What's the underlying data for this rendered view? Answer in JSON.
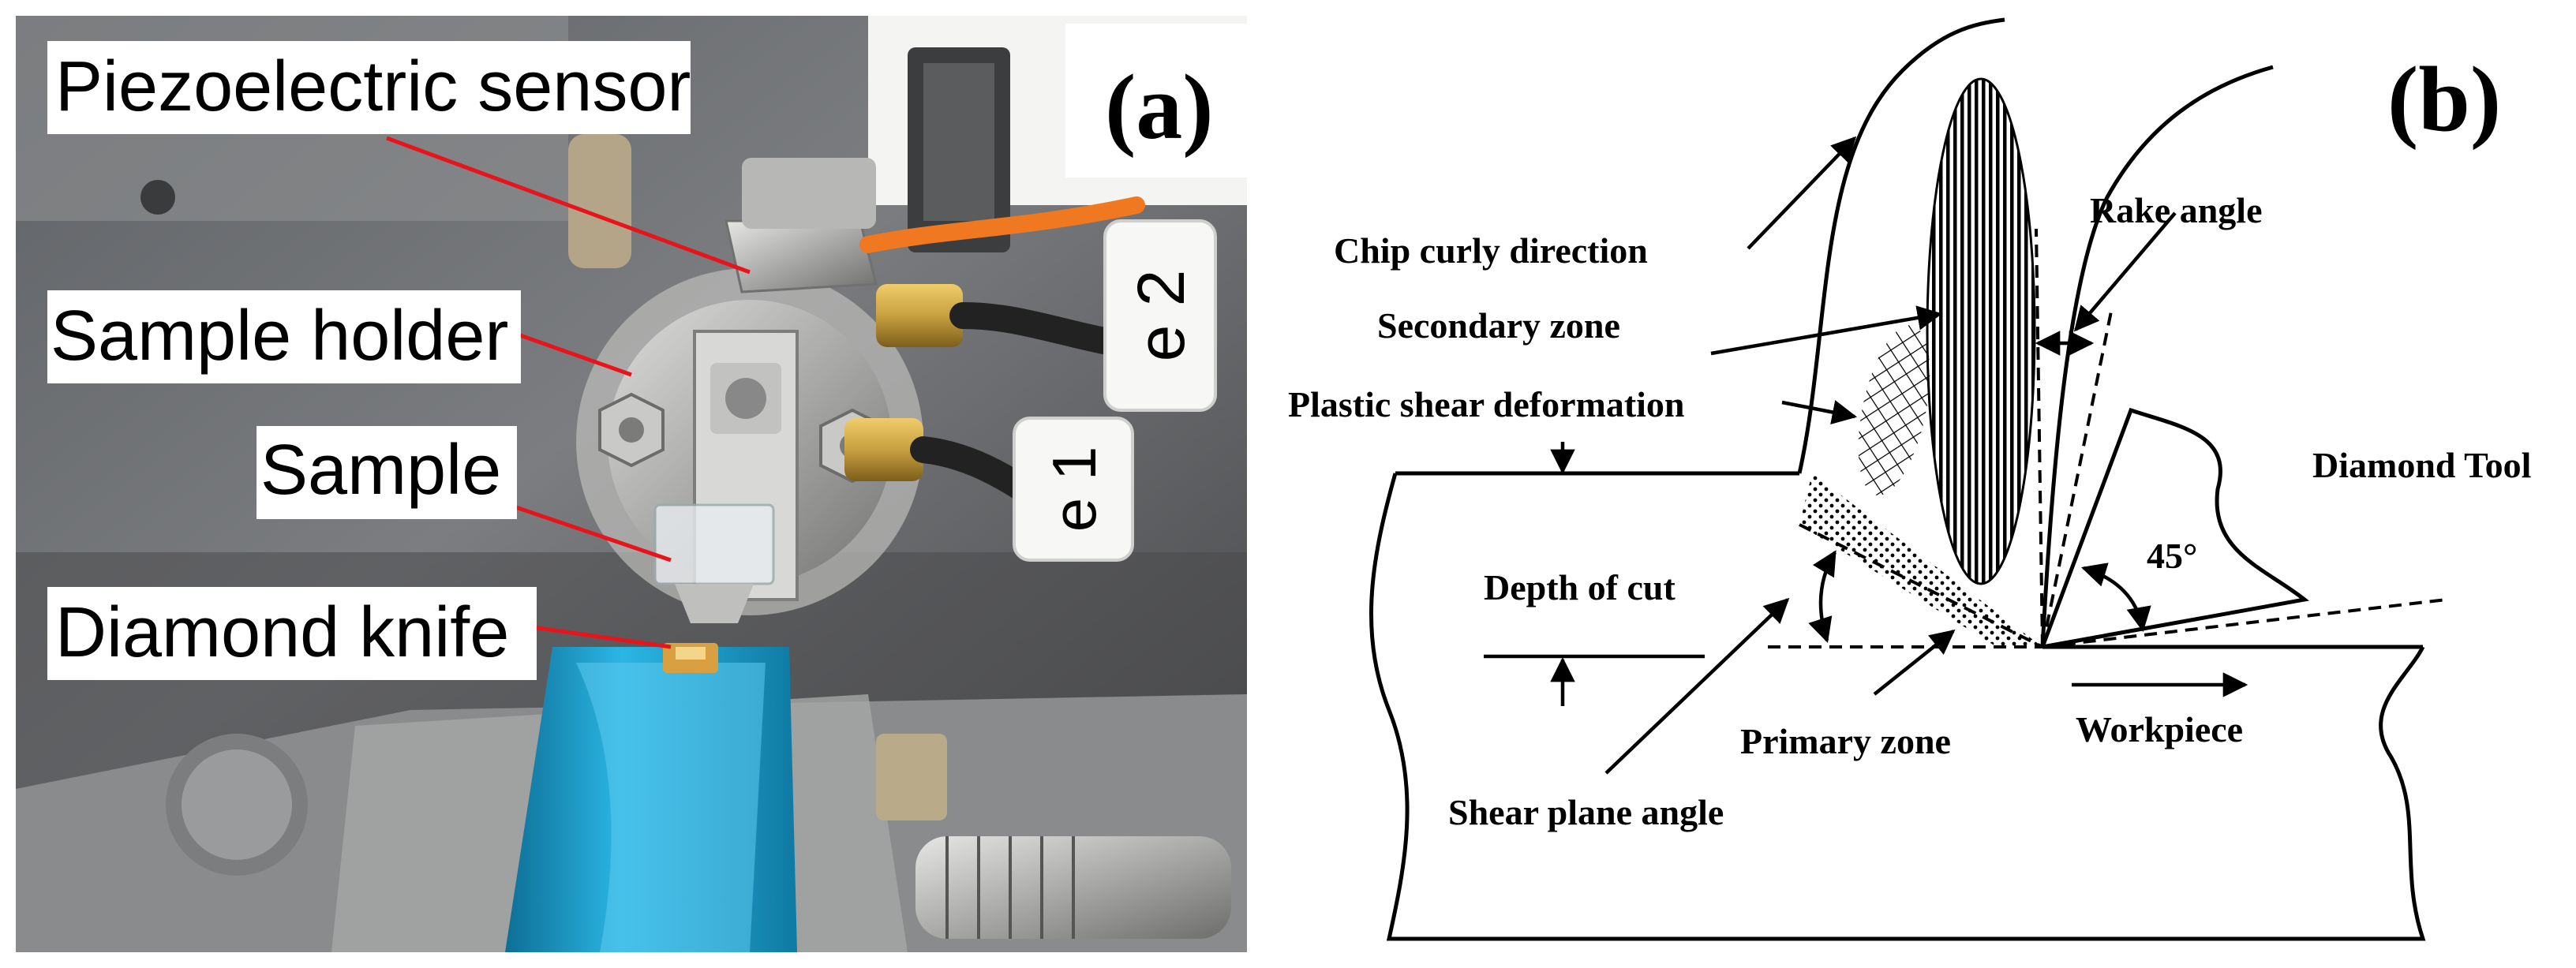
{
  "panel_a": {
    "panel_label": "(a)",
    "labels": {
      "piezo": "Piezoelectric sensor",
      "holder": "Sample holder",
      "sample": "Sample",
      "knife": "Diamond knife"
    },
    "cable_tags": {
      "top": "e 2",
      "bottom": "e 1"
    }
  },
  "panel_b": {
    "panel_label": "(b)",
    "labels": {
      "chip_curly": "Chip curly direction",
      "rake_angle": "Rake angle",
      "secondary_zone": "Secondary zone",
      "plastic_shear": "Plastic shear deformation",
      "diamond_tool": "Diamond Tool",
      "depth_of_cut": "Depth of cut",
      "angle_45": "45°",
      "primary_zone": "Primary zone",
      "workpiece": "Workpiece",
      "shear_plane_angle": "Shear plane angle"
    }
  },
  "colors": {
    "pointer_red": "#e8141c",
    "housing_blue": "#1aa6d6",
    "brass": "#c8a040",
    "cable_orange": "#f07820",
    "ink": "#000000"
  }
}
